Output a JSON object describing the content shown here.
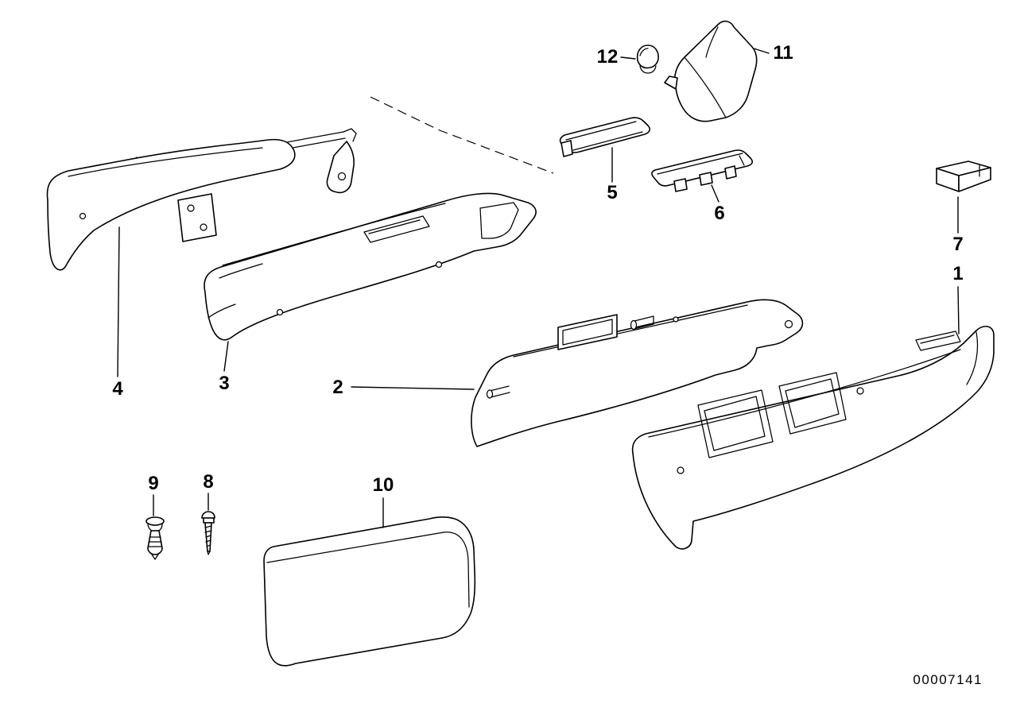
{
  "callouts": [
    "1",
    "2",
    "3",
    "4",
    "5",
    "6",
    "7",
    "8",
    "9",
    "10",
    "11",
    "12"
  ],
  "footer": {
    "drawing_number": "00007141"
  },
  "colors": {
    "line": "#000000",
    "background": "#ffffff"
  }
}
